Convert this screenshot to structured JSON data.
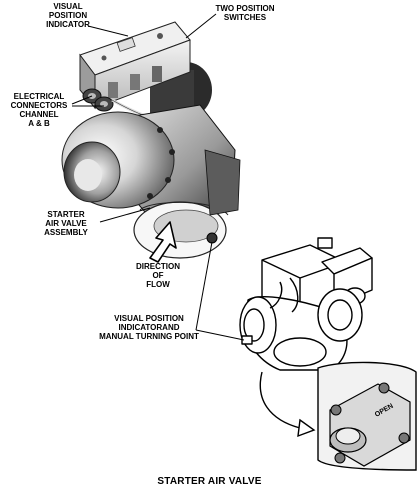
{
  "labels": {
    "visual_position_indicator": "VISUAL\nPOSITION\nINDICATOR",
    "two_position_switches": "TWO POSITION\nSWITCHES",
    "electrical_connectors": "ELECTRICAL\nCONNECTORS\nCHANNEL\nA & B",
    "starter_air_valve_assembly": "STARTER\nAIR VALVE\nASSEMBLY",
    "direction_of_flow": "DIRECTION\nOF\nFLOW",
    "visual_indicator_manual_point": "VISUAL POSITION\nINDICATORAND\nMANUAL TURNING POINT"
  },
  "detail_marking": "OPEN",
  "figure_title": "STARTER AIR VALVE"
}
